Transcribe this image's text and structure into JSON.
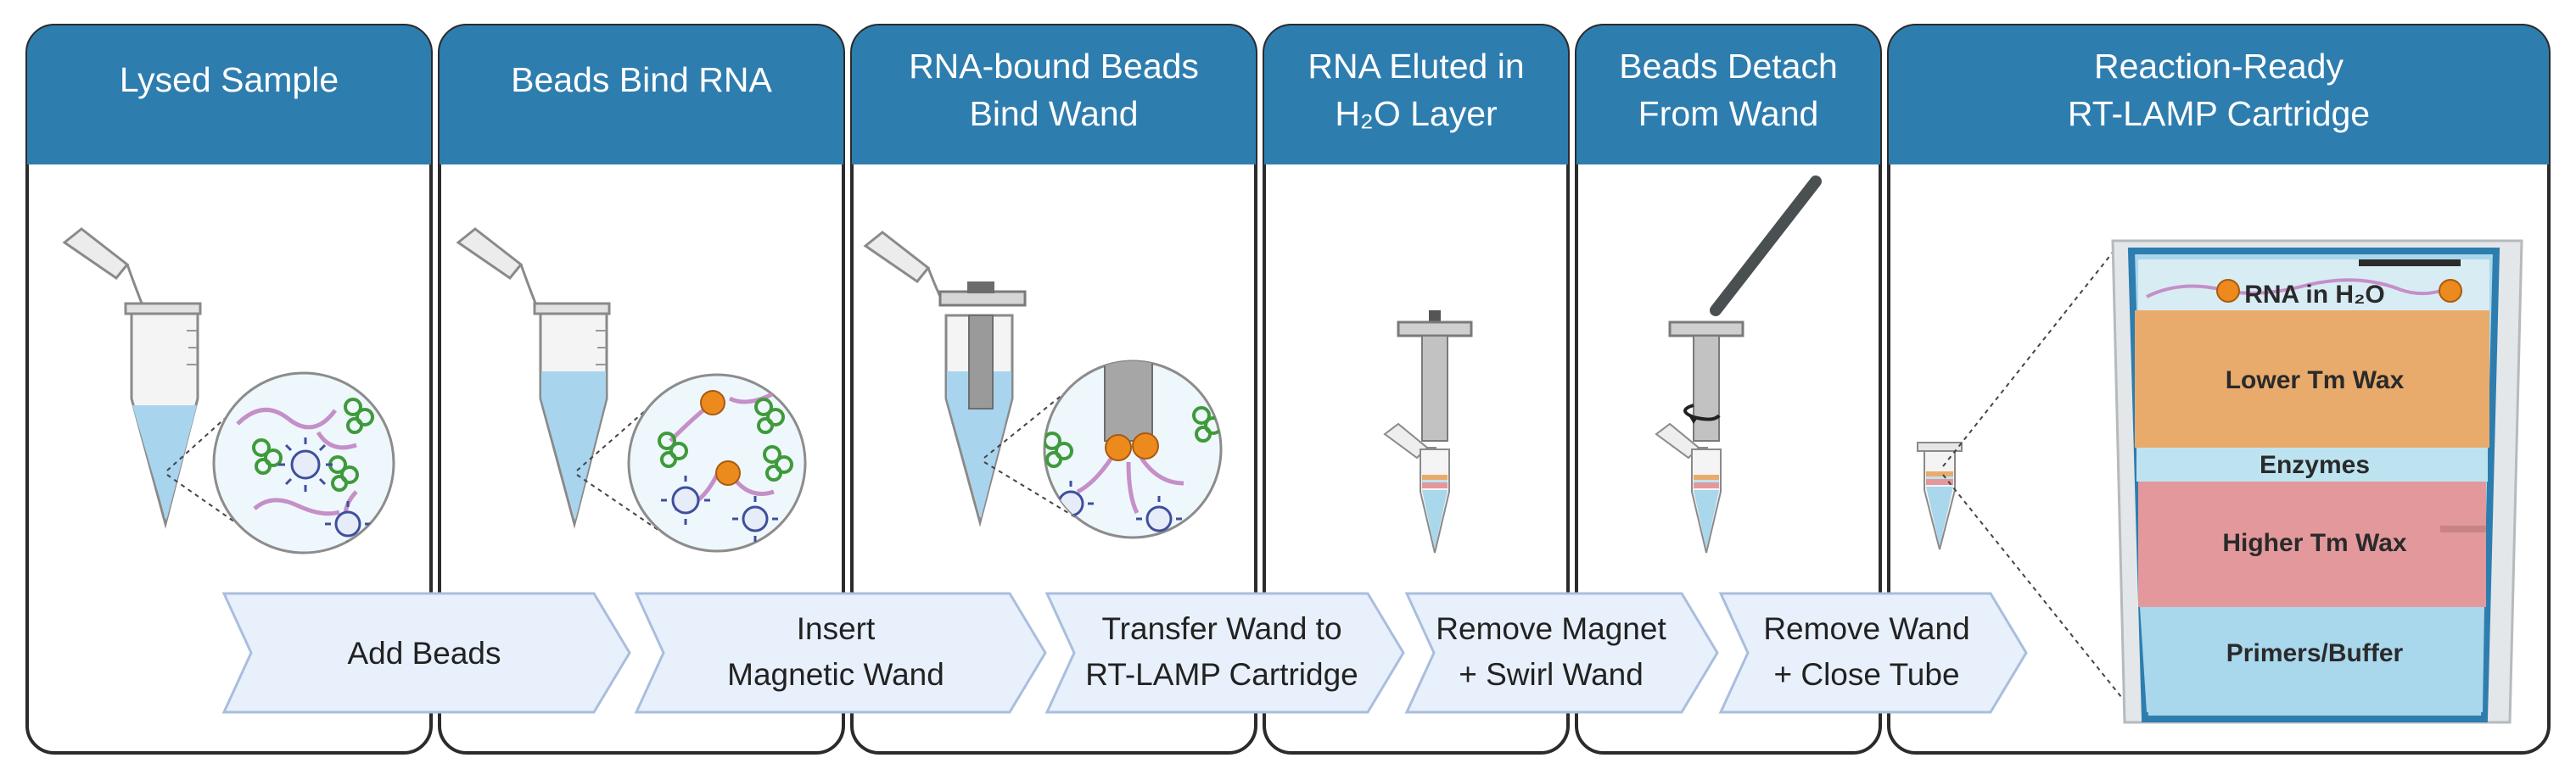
{
  "panels": [
    {
      "title_lines": [
        "Lysed Sample"
      ]
    },
    {
      "title_lines": [
        "Beads Bind RNA"
      ]
    },
    {
      "title_lines": [
        "RNA-bound Beads",
        "Bind Wand"
      ]
    },
    {
      "title_lines": [
        "RNA Eluted in",
        "H₂O Layer"
      ]
    },
    {
      "title_lines": [
        "Beads Detach",
        "From Wand"
      ]
    },
    {
      "title_lines": [
        "Reaction-Ready",
        "RT-LAMP Cartridge"
      ]
    }
  ],
  "arrows": [
    {
      "lines": [
        "Add Beads"
      ]
    },
    {
      "lines": [
        "Insert",
        "Magnetic Wand"
      ]
    },
    {
      "lines": [
        "Transfer Wand to",
        "RT-LAMP Cartridge"
      ]
    },
    {
      "lines": [
        "Remove Magnet",
        "+ Swirl Wand"
      ]
    },
    {
      "lines": [
        "Remove Wand",
        "+ Close Tube"
      ]
    }
  ],
  "cartridge_layers": [
    {
      "label": "RNA in H₂O",
      "color": "#d8ecf4"
    },
    {
      "label": "Lower Tm Wax",
      "color": "#e9ab6c"
    },
    {
      "label": "Enzymes",
      "color": "#bde3f1"
    },
    {
      "label": "Higher Tm Wax",
      "color": "#e3989c"
    },
    {
      "label": "Primers/Buffer",
      "color": "#a9d7ec"
    }
  ],
  "colors": {
    "header_blue": "#2e7daf",
    "panel_border": "#2b2b2b",
    "arrow_fill": "#e8f0fb",
    "arrow_stroke": "#a9bede",
    "bead": "#ed8a1e",
    "rna_strand": "#c58fc8",
    "protein": "#3e9a3a",
    "virus": "#3f4f9c",
    "liquid": "#a8d4ee"
  }
}
